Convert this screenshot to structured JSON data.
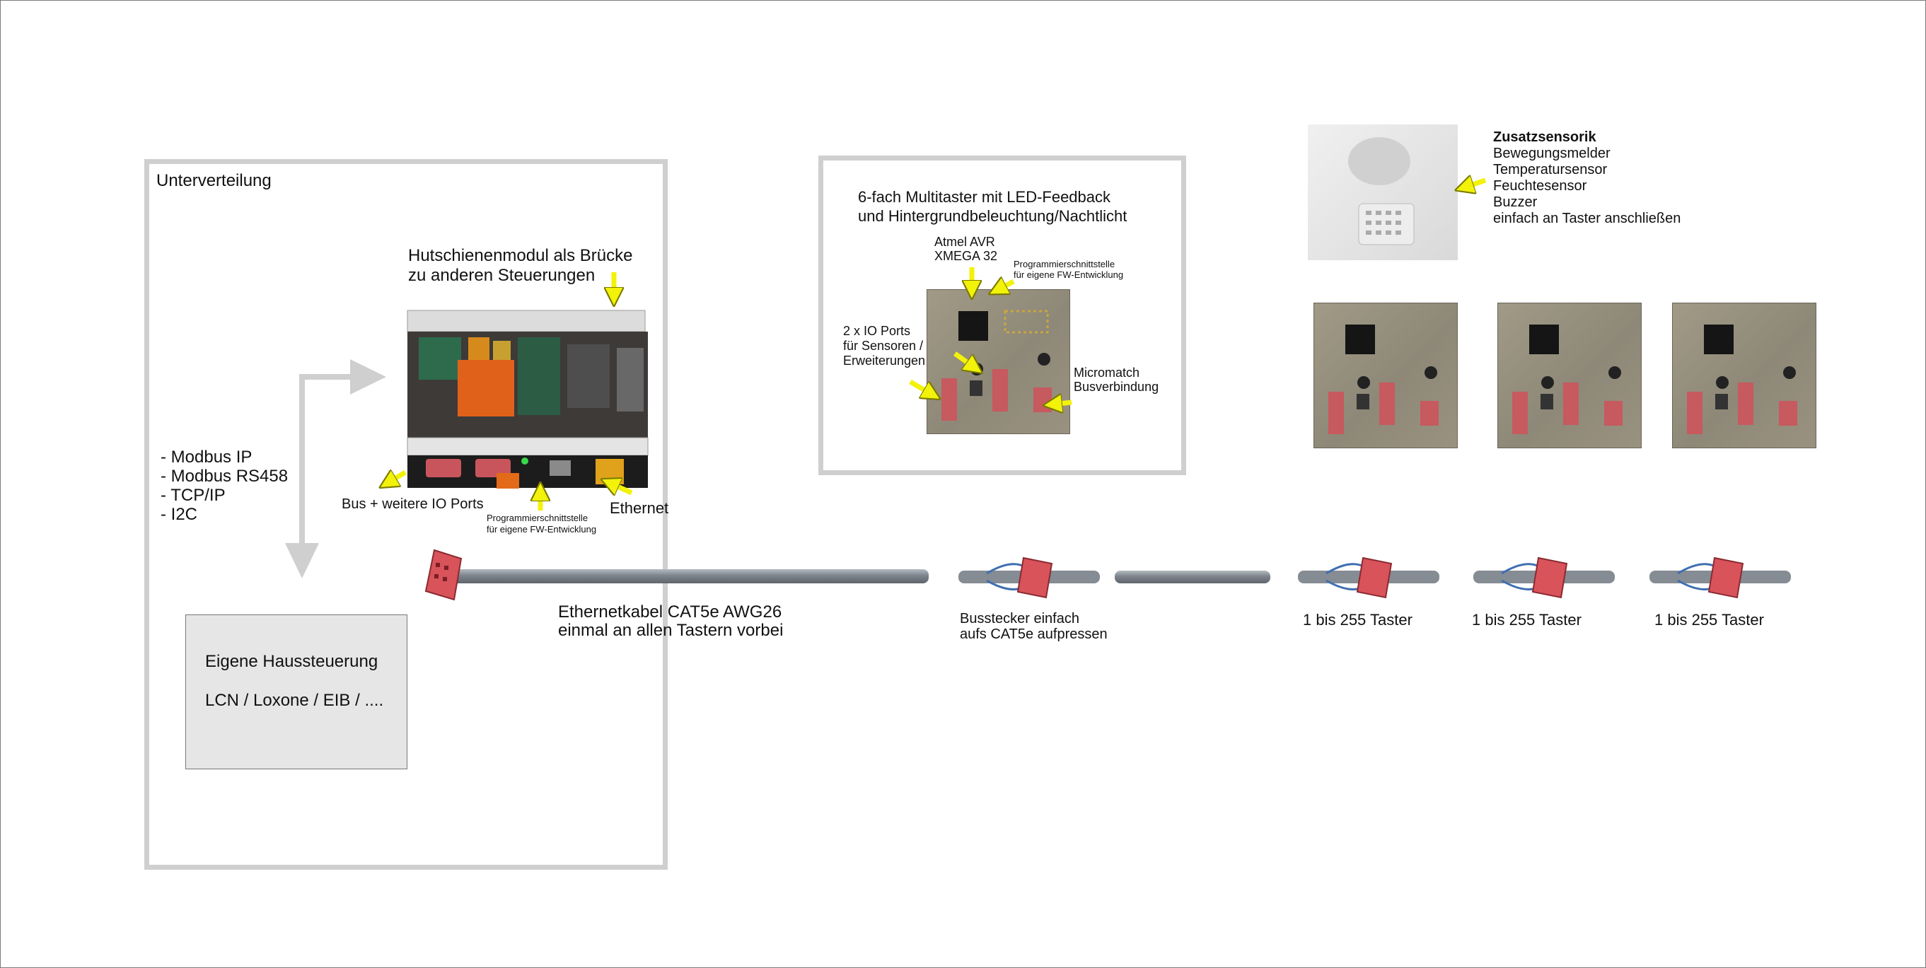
{
  "unterverteilung": {
    "title": "Unterverteilung"
  },
  "hutschiene": {
    "title_line1": "Hutschienenmodul als Brücke",
    "title_line2": "zu anderen Steuerungen",
    "bus_label": "Bus + weitere IO Ports",
    "prog_line1": "Programmierschnittstelle",
    "prog_line2": "für eigene FW-Entwicklung",
    "ethernet_label": "Ethernet"
  },
  "protocols": [
    "- Modbus IP",
    "- Modbus RS458",
    "- TCP/IP",
    "- I2C"
  ],
  "haussteuerung": {
    "line1": "Eigene Haussteuerung",
    "line2": "LCN / Loxone / EIB / ...."
  },
  "multitaster": {
    "title_line1": "6-fach Multitaster mit LED-Feedback",
    "title_line2": "und Hintergrundbeleuchtung/Nachtlicht",
    "mcu_line1": "Atmel AVR",
    "mcu_line2": "XMEGA 32",
    "prog_line1": "Programmierschnittstelle",
    "prog_line2": "für eigene FW-Entwicklung",
    "io_line1": "2 x IO Ports",
    "io_line2": "für Sensoren /",
    "io_line3": "Erweiterungen",
    "micromatch_line1": "Micromatch",
    "micromatch_line2": "Busverbindung"
  },
  "zusatz": {
    "title": "Zusatzsensorik",
    "items": [
      "Bewegungsmelder",
      "Temperatursensor",
      "Feuchtesensor",
      "Buzzer",
      "einfach an Taster anschließen"
    ]
  },
  "cable": {
    "line1": "Ethernetkabel CAT5e AWG26",
    "line2": "einmal an allen Tastern vorbei"
  },
  "busstecker": {
    "line1": "Busstecker einfach",
    "line2": "aufs CAT5e aufpressen"
  },
  "taster_labels": [
    "1 bis 255 Taster",
    "1 bis 255 Taster",
    "1 bis 255 Taster"
  ],
  "colors": {
    "box_border": "#cfcfcf",
    "arrow_yellow": "#f2f20a",
    "cable_gray": "#7d848c",
    "connector_red": "#d9535b"
  }
}
